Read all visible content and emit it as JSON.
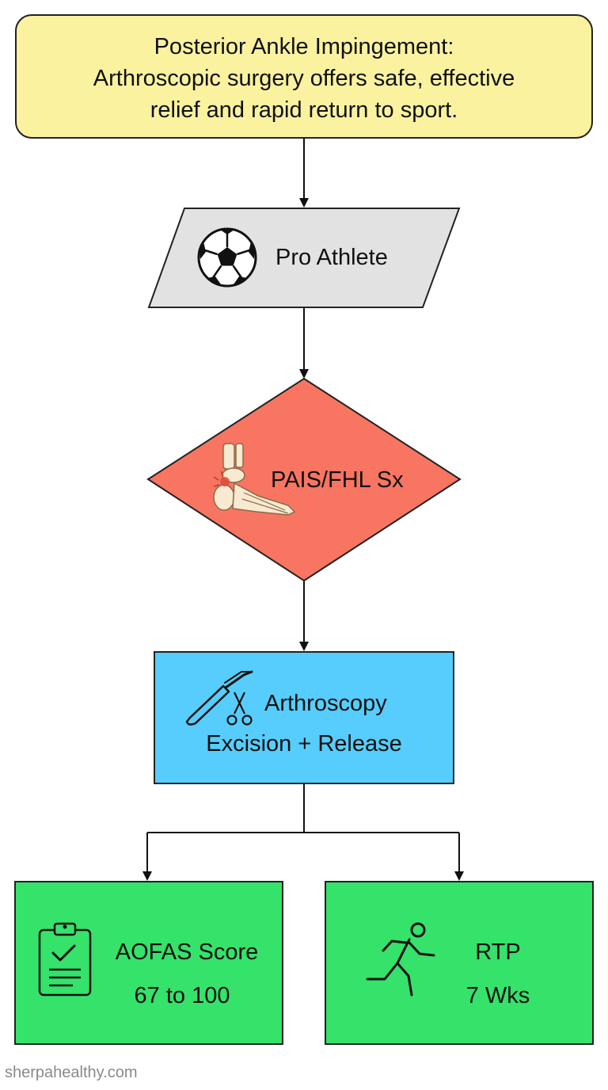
{
  "title": {
    "lines": [
      "Posterior Ankle Impingement:",
      "Arthroscopic surgery offers safe, effective",
      "relief and rapid return to sport."
    ]
  },
  "nodes": {
    "athlete": {
      "label": "Pro Athlete",
      "icon": "soccer-ball-icon"
    },
    "symptoms": {
      "label": "PAIS/FHL Sx",
      "icon": "ankle-bones-icon"
    },
    "procedure": {
      "line1": "Arthroscopy",
      "line2": "Excision + Release",
      "icon": "arthroscope-scissors-icon"
    },
    "aofas": {
      "line1": "AOFAS Score",
      "line2": "67 to 100",
      "icon": "clipboard-check-icon"
    },
    "rtp": {
      "line1": "RTP",
      "line2": "7 Wks",
      "icon": "running-person-icon"
    }
  },
  "watermark": "sherpahealthy.com",
  "colors": {
    "title_fill": "#fbf2a0",
    "athlete_fill": "#e2e2e2",
    "symptoms_fill": "#f87562",
    "procedure_fill": "#56cdfc",
    "outcome_fill": "#35e26a",
    "stroke": "#222222"
  }
}
